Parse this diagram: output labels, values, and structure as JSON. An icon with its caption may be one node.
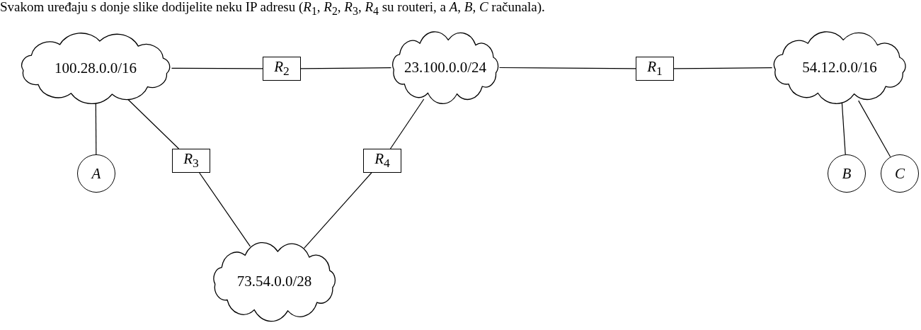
{
  "diagram": {
    "title": "Svakom uređaju s donje slike dodijelite neku IP adresu (*R*$_{1}$, *R*$_{2}$, *R*$_{3}$, *R*$_{4}$ su routeri, a *A*, *B*, *C* računala).",
    "nodes": [
      {
        "text": [
          "100.28.0.0/16"
        ]
      },
      {
        "text": [
          "*R*$_{2}$"
        ]
      },
      {
        "text": [
          "23.100.0.0/24"
        ]
      },
      {
        "text": [
          "*R*$_{1}$"
        ]
      },
      {
        "text": [
          "54.12.0.0/16"
        ]
      },
      {
        "text": [
          "A"
        ]
      },
      {
        "text": [
          "*R*$_{3}$"
        ]
      },
      {
        "text": [
          "*R*$_{4}$"
        ]
      },
      {
        "text": [
          "B"
        ]
      },
      {
        "text": [
          "C"
        ]
      },
      {
        "text": [
          "73.54.0.0/28"
        ]
      }
    ],
    "edges": [
      {
        "from": 0,
        "to": 1,
        "arrow": "none"
      },
      {
        "from": 1,
        "to": 2,
        "arrow": "none"
      },
      {
        "from": 2,
        "to": 3,
        "arrow": "none"
      },
      {
        "from": 3,
        "to": 4,
        "arrow": "none"
      },
      {
        "from": 0,
        "to": 5,
        "arrow": "none"
      },
      {
        "from": 0,
        "to": 6,
        "arrow": "none"
      },
      {
        "from": 6,
        "to": 10,
        "arrow": "none"
      },
      {
        "from": 2,
        "to": 7,
        "arrow": "none"
      },
      {
        "from": 7,
        "to": 10,
        "arrow": "none"
      },
      {
        "from": 4,
        "to": 8,
        "arrow": "none"
      },
      {
        "from": 4,
        "to": 9,
        "arrow": "none"
      }
    ]
  }
}
